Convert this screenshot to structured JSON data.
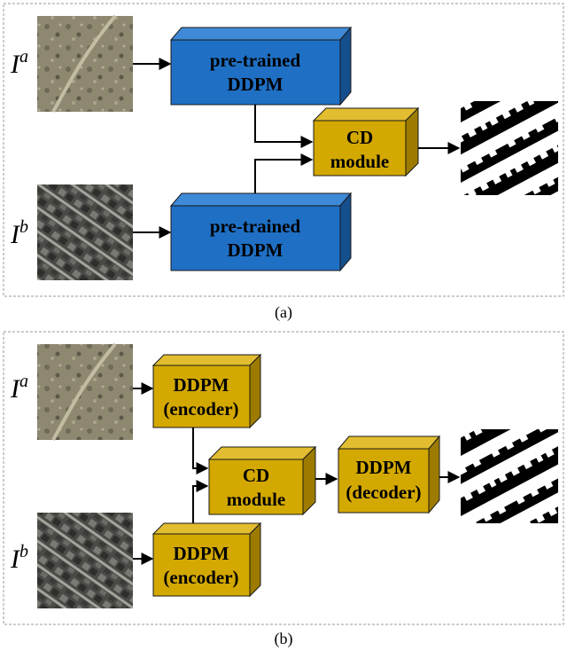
{
  "panel_a": {
    "caption": "(a)",
    "input_a": {
      "symbol": "I",
      "superscript": "a"
    },
    "input_b": {
      "symbol": "I",
      "superscript": "b"
    },
    "block_top": {
      "line1": "pre-trained",
      "line2": "DDPM"
    },
    "block_bottom": {
      "line1": "pre-trained",
      "line2": "DDPM"
    },
    "cd_module": {
      "line1": "CD",
      "line2": "module"
    }
  },
  "panel_b": {
    "caption": "(b)",
    "input_a": {
      "symbol": "I",
      "superscript": "a"
    },
    "input_b": {
      "symbol": "I",
      "superscript": "b"
    },
    "encoder_top": {
      "line1": "DDPM",
      "line2": "(encoder)"
    },
    "encoder_bottom": {
      "line1": "DDPM",
      "line2": "(encoder)"
    },
    "cd_module": {
      "line1": "CD",
      "line2": "module"
    },
    "decoder": {
      "line1": "DDPM",
      "line2": "(decoder)"
    }
  },
  "colors": {
    "blue_front": "#1f6fc4",
    "blue_top": "#3f8ad8",
    "blue_side": "#154f8e",
    "gold_front": "#d3a800",
    "gold_top": "#e2bd30",
    "gold_side": "#9c7b00"
  }
}
